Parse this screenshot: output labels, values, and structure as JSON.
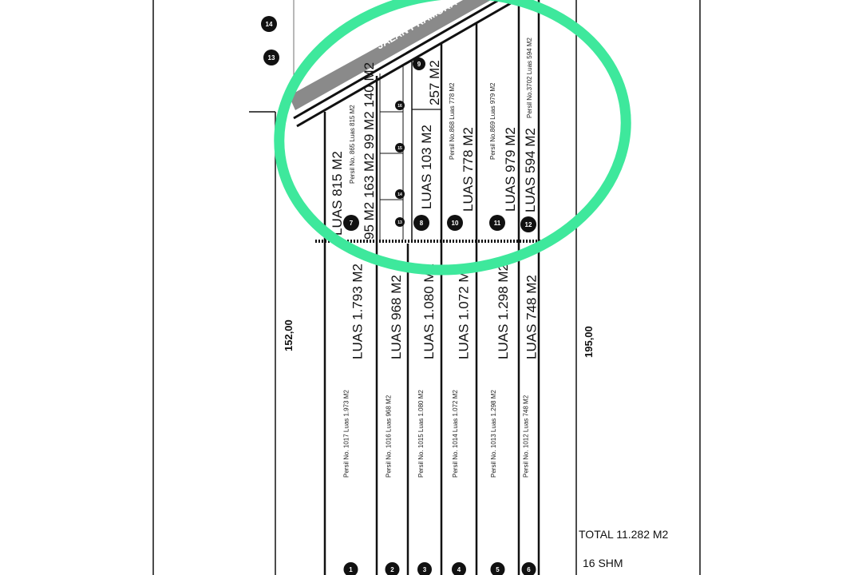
{
  "road_label": "JALAN PRAMUKA",
  "dimensions": {
    "left": "152,00",
    "right": "195,00"
  },
  "summary": {
    "total": "TOTAL 11.282 M2",
    "shm": "16 SHM"
  },
  "marker_labels_left": [
    "14",
    "13"
  ],
  "upper_plots": [
    {
      "number": "7",
      "area": "LUAS 815 M2",
      "persil": "Persil No. 865 Luas 815 M2",
      "sub_areas": "95 M2  163 M2  99 M2  140 M2"
    },
    {
      "sub_numbers": [
        "16",
        "15",
        "14",
        "13"
      ]
    },
    {
      "number": "8",
      "area": "LUAS 103 M2",
      "top_number": "9",
      "top_area": "257 M2"
    },
    {
      "number": "10",
      "area": "LUAS 778 M2",
      "persil": "Persil No.868 Luas 778 M2"
    },
    {
      "number": "11",
      "area": "LUAS 979 M2",
      "persil": "Persil No.869 Luas 979 M2"
    },
    {
      "number": "12",
      "area": "LUAS 594 M2",
      "persil": "Persil No.3702 Luas 594 M2"
    }
  ],
  "lower_plots": [
    {
      "number": "1",
      "area": "LUAS 1.793 M2",
      "persil": "Persil No. 1017 Luas 1.973 M2"
    },
    {
      "number": "2",
      "area": "LUAS 968 M2",
      "persil": "Persil No. 1016 Luas 968 M2"
    },
    {
      "number": "3",
      "area": "LUAS 1.080 M2",
      "persil": "Persil No. 1015 Luas 1.080 M2"
    },
    {
      "number": "4",
      "area": "LUAS 1.072 M2",
      "persil": "Persil No. 1014 Luas 1.072 M2"
    },
    {
      "number": "5",
      "area": "LUAS 1.298 M2",
      "persil": "Persil No. 1013 Luas 1.298 M2"
    },
    {
      "number": "6",
      "area": "LUAS 748 M2",
      "persil": "Persil No. 1012 Luas 748 M2"
    }
  ],
  "colors": {
    "highlight": "#3ee89c",
    "road": "#8a8a8a",
    "line": "#111111"
  }
}
